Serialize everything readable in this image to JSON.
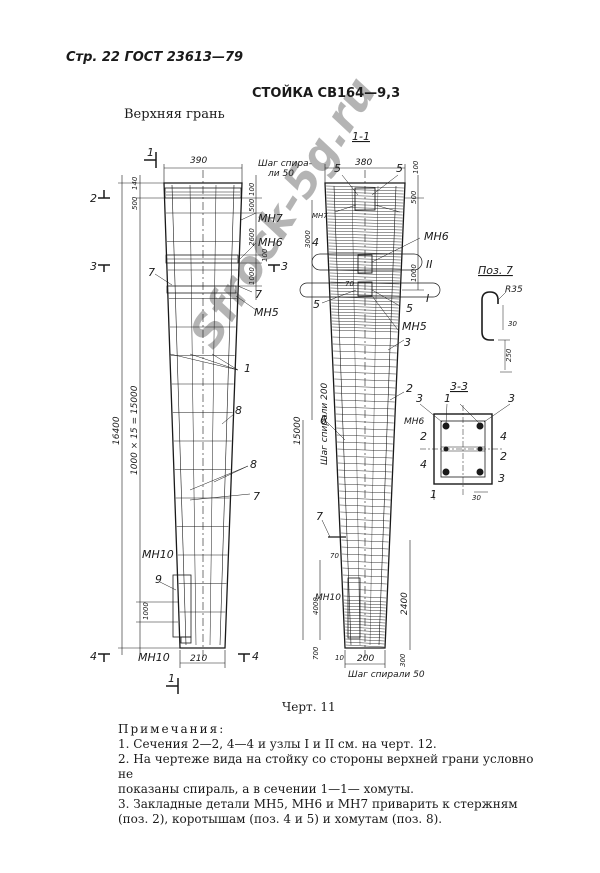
{
  "header": {
    "page_ref": "Стр. 22 ГОСТ 23613—79"
  },
  "title": "СТОЙКА СВ164—9,3",
  "subtitle": "Верхняя грань",
  "front_view": {
    "section_mark_top": "1",
    "section_mark_bottom": "1",
    "section_2": "2",
    "section_3_left": "3",
    "section_3_right": "3",
    "section_4_left": "4",
    "section_4_right": "4",
    "width_top": "390",
    "width_bottom": "210",
    "dim_140": "140",
    "dim_500a": "500",
    "dim_500b": "500",
    "dim_100a": "100",
    "dim_100b": "100",
    "dim_2600": "2600",
    "dim_1000_top": "1000",
    "dim_16400": "16400",
    "dim_15000": "1000 × 15 = 15000",
    "dim_1000_bottom": "1000",
    "spiral_pitch_top": "Шаг спира-",
    "spiral_pitch_top2": "ли 50",
    "mh7": "МН7",
    "mh6": "МН6",
    "mh5": "МН5",
    "mh10_left": "МН10",
    "mh10_bottom": "МН10",
    "pos_1": "1",
    "pos_7a": "7",
    "pos_7b": "7",
    "pos_7c": "7",
    "pos_8a": "8",
    "pos_8b": "8",
    "pos_9": "9"
  },
  "section_1_1": {
    "title": "1-1",
    "dim_380": "380",
    "dim_100": "100",
    "dim_500": "500",
    "dim_3000": "3000",
    "dim_1000": "1000",
    "dim_70a": "70",
    "dim_70b": "70",
    "dim_15000": "15000",
    "dim_4000": "4000",
    "dim_2400": "2400",
    "dim_700": "700",
    "dim_10": "10",
    "dim_200": "200",
    "dim_300": "300",
    "spiral_mid": "Шаг спирали 200",
    "spiral_bottom": "Шаг спирали 50",
    "mh7": "МН7",
    "mh6": "МН6",
    "mh5": "МН5",
    "mh10": "МН10",
    "node_ii": "II",
    "node_i": "I",
    "pos_5a": "5",
    "pos_5b": "5",
    "pos_5c": "5",
    "pos_5d": "5",
    "pos_4": "4",
    "pos_3": "3",
    "pos_2": "2",
    "pos_6": "6",
    "pos_7": "7"
  },
  "pos7_detail": {
    "title": "Поз. 7",
    "r35": "R35",
    "dim_30": "30",
    "dim_250": "250"
  },
  "section_3_3": {
    "title": "3-3",
    "mh6": "МН6",
    "pos_1a": "1",
    "pos_1b": "1",
    "pos_3a": "3",
    "pos_3b": "3",
    "pos_2a": "2",
    "pos_2b": "2",
    "pos_4a": "4",
    "pos_4b": "4",
    "pos_3c": "3",
    "dim_30": "30"
  },
  "caption": "Черт. 11",
  "notes": {
    "heading": "Примечания:",
    "n1": "1. Сечения 2—2, 4—4 и узлы I и II см. на черт. 12.",
    "n2a": "2. На чертеже вида на стойку со стороны верхней грани условно не",
    "n2b": "показаны спираль, а в сечении 1—1— хомуты.",
    "n3a": "3. Закладные детали МН5, МН6 и МН7 приварить к стержням",
    "n3b": "(поз. 2), коротышам (поз. 4 и 5) и хомутам (поз. 8)."
  },
  "watermark": "Sfrock-5g.ru"
}
